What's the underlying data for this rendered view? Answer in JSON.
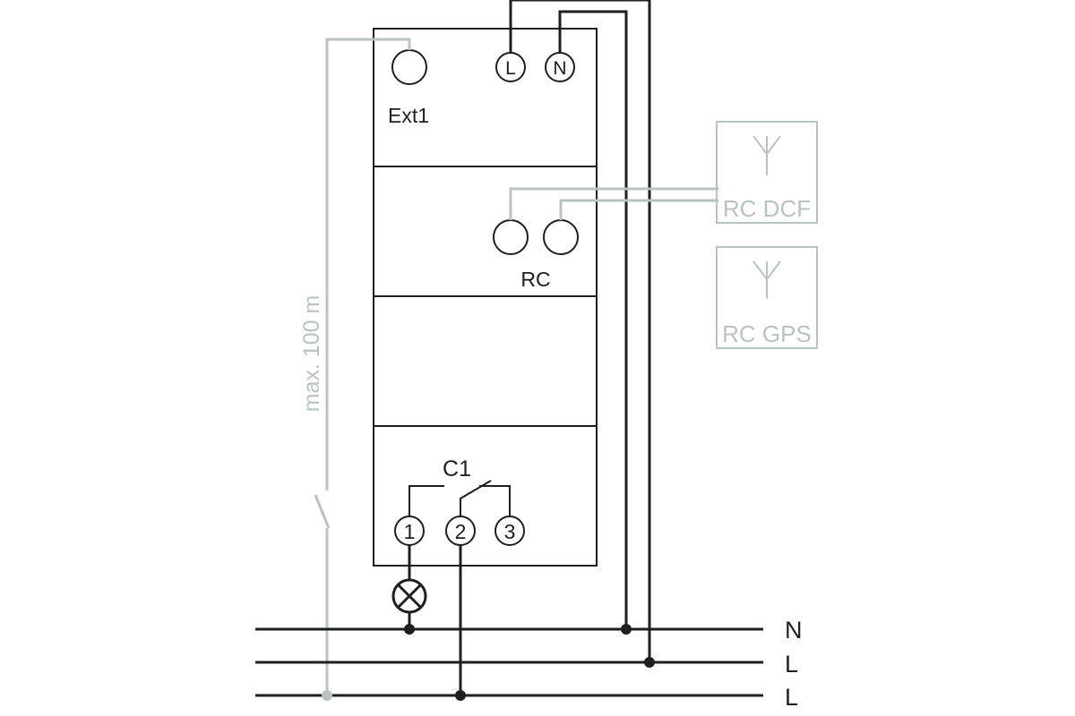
{
  "device": {
    "ext_label": "Ext1",
    "l_terminal": "L",
    "n_terminal": "N",
    "rc_label": "RC",
    "contact_label": "C1",
    "terminal_1": "1",
    "terminal_2": "2",
    "terminal_3": "3"
  },
  "antennas": {
    "dcf_label": "RC DCF",
    "gps_label": "RC GPS"
  },
  "cable": {
    "length_label": "max. 100 m"
  },
  "rails": {
    "n_label": "N",
    "l1_label": "L",
    "l2_label": "L"
  },
  "colors": {
    "line": "#1f1f1f",
    "accessory": "#b9c3c1"
  }
}
